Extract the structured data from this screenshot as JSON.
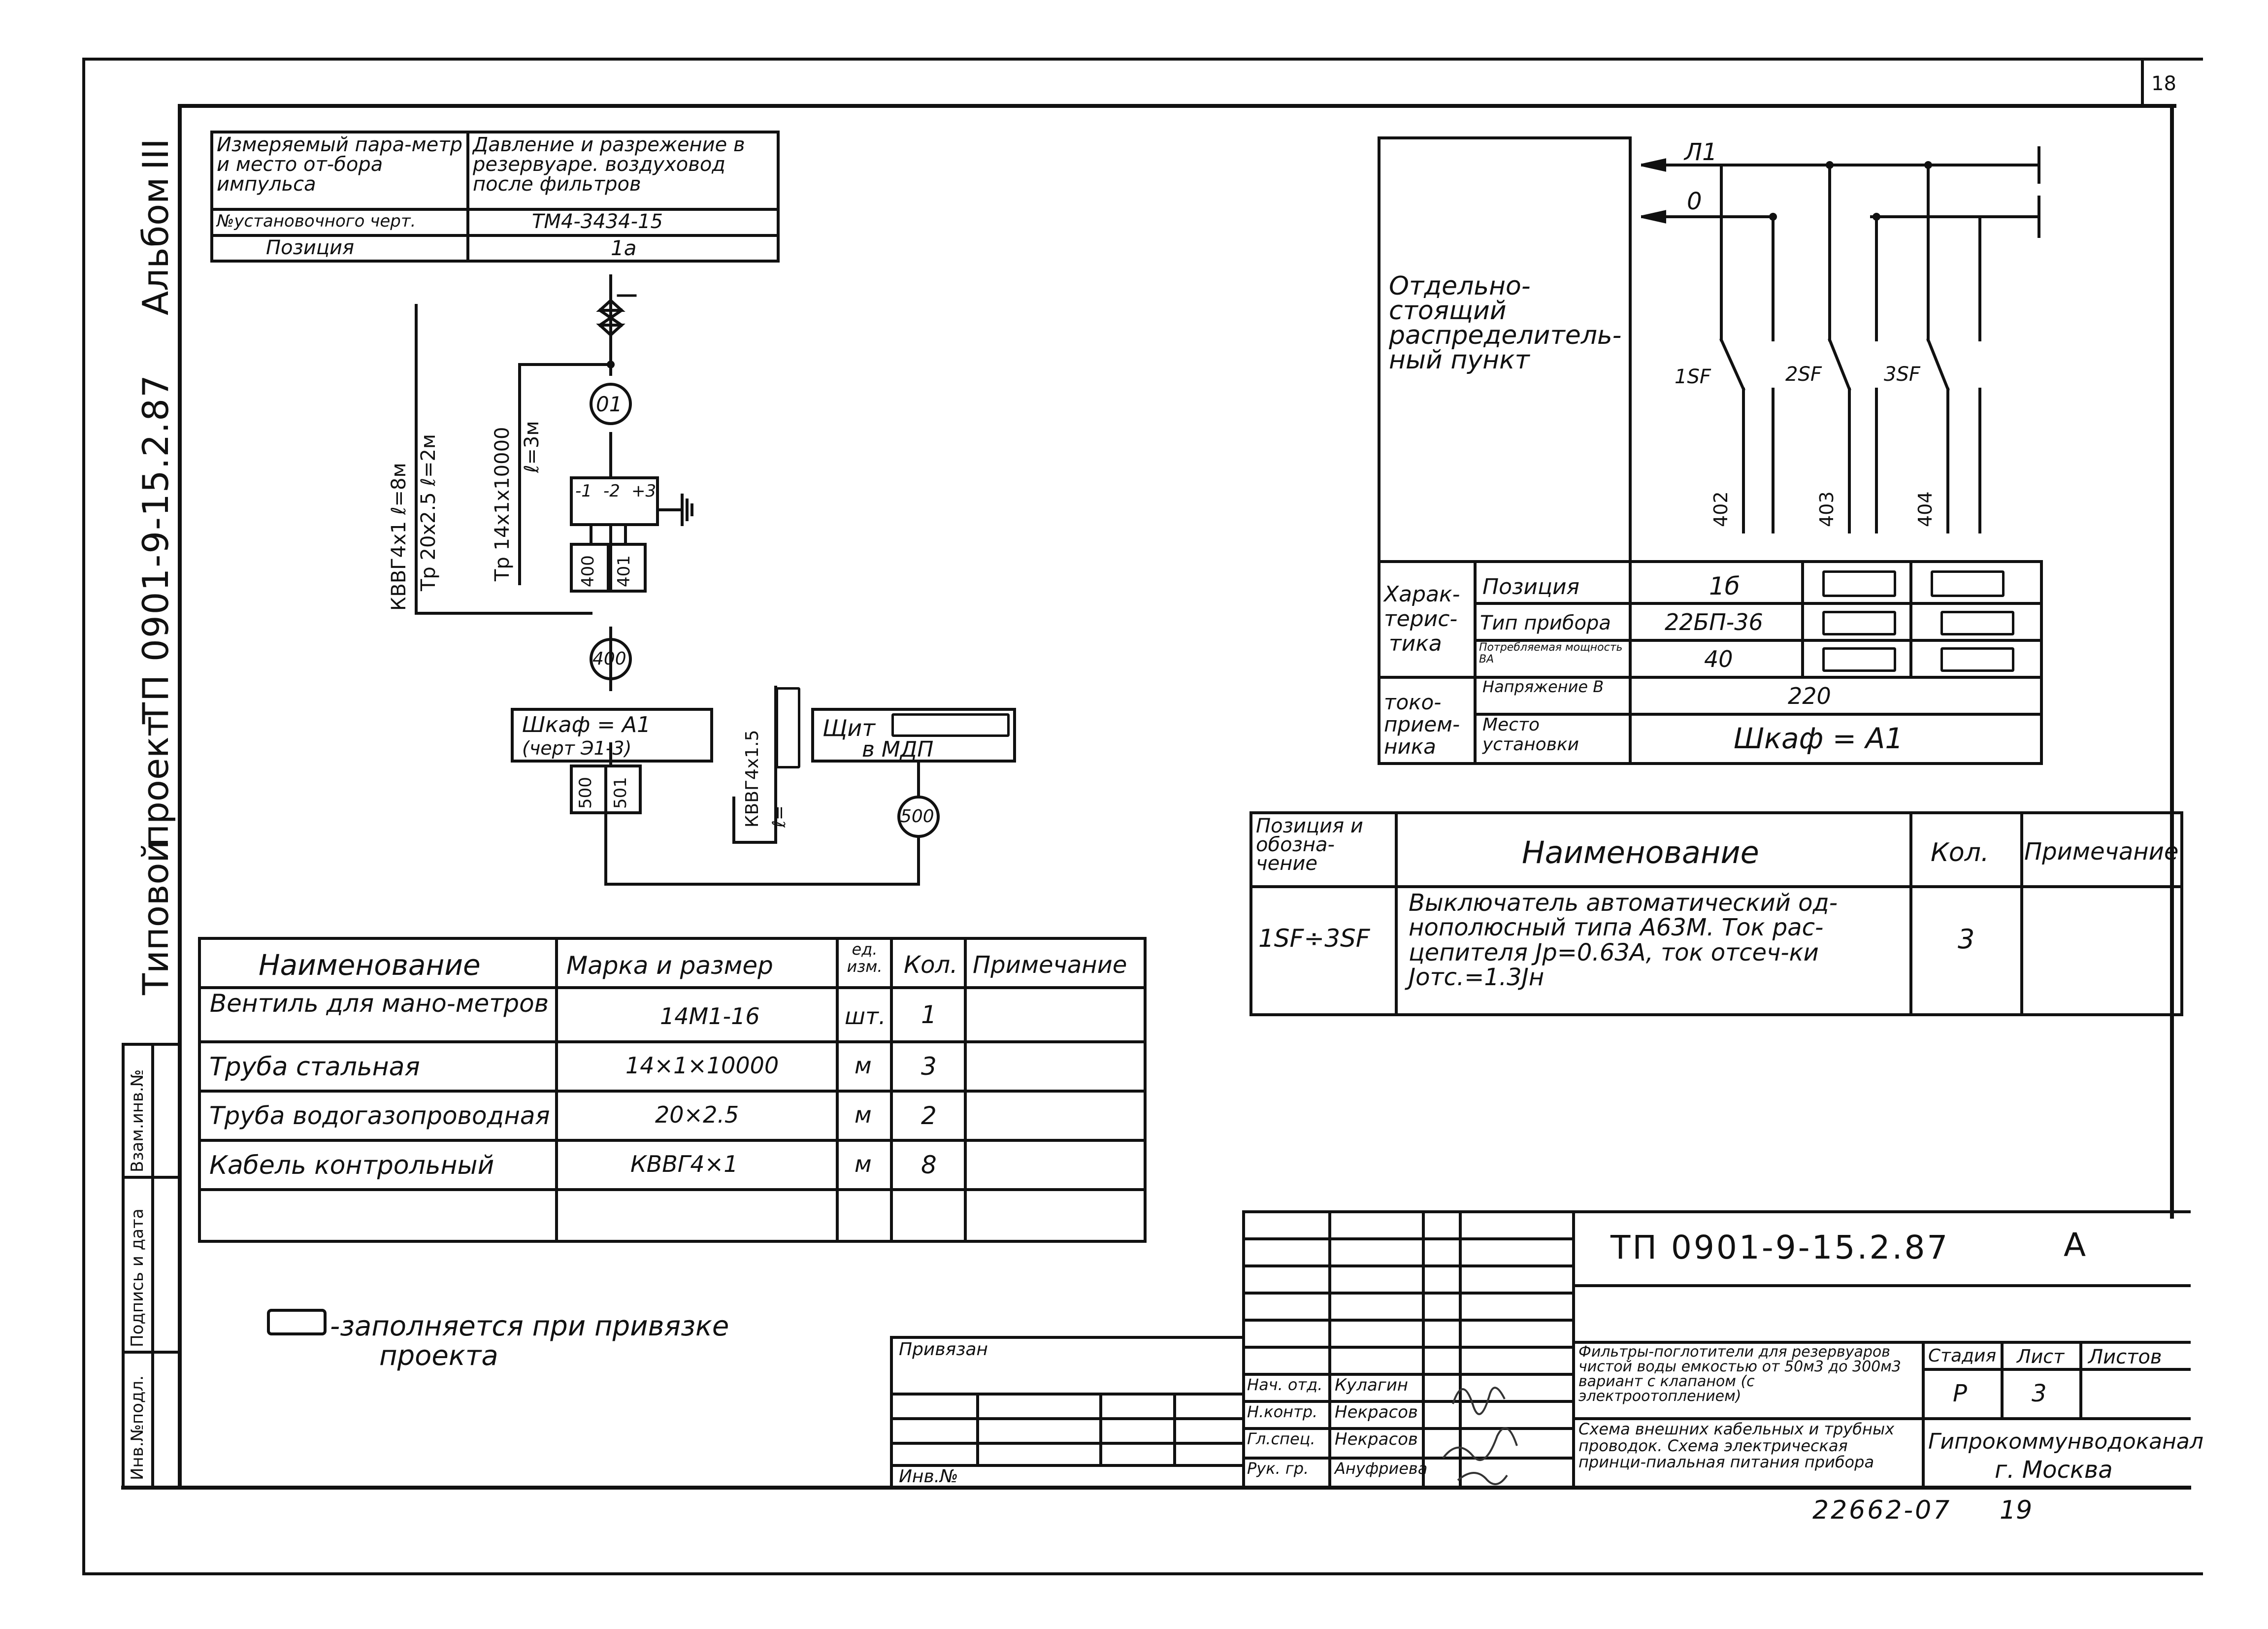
{
  "sheet": {
    "page_number": "18",
    "project_code_vertical": "ТП 0901-9-15.2.87",
    "album_prefix": "Альбом",
    "album_number": "III",
    "project_prefix": "Типовой",
    "project_word": "проект",
    "side_labels": [
      "Инв.№подл.",
      "Подпись и дата",
      "Взам.инв.№"
    ],
    "archive_number": "22662-07",
    "archive_sheet": "19"
  },
  "impulse_table": {
    "rows": [
      [
        "Измеряемый пара-метр и место от-бора импульса",
        "Давление и разрежение в резервуаре. воздуховод после фильтров"
      ],
      [
        "№установочного черт.",
        "ТМ4-3434-15"
      ],
      [
        "Позиция",
        "1а"
      ]
    ]
  },
  "scheme": {
    "pos_01": "01",
    "pos_400": "400",
    "pos_500": "500",
    "terminals": [
      "-1",
      "-2",
      "+3"
    ],
    "wire_400": "400",
    "wire_401": "401",
    "wire_500": "500",
    "wire_501": "501",
    "cable1_line1": "КВВГ4х1   ℓ=8м",
    "cable1_line2": "Тр 20х2.5   ℓ=2м",
    "pipe_line1": "Тр 14х1х10000",
    "pipe_line2": "ℓ=3м",
    "cable2_line1": "КВВГ4х1.5",
    "cable2_line2": "ℓ=",
    "cabinet_line1": "Шкаф = А1",
    "cabinet_line2": "(черт Э1-3)",
    "panel_line1": "Щит",
    "panel_line2": "в МДП"
  },
  "materials_table": {
    "headers": [
      "Наименование",
      "Марка и размер",
      "ед. изм.",
      "Кол.",
      "Примечание"
    ],
    "rows": [
      [
        "Вентиль для мано-метров",
        "14М1-16",
        "шт.",
        "1",
        ""
      ],
      [
        "Труба стальная",
        "14×1×10000",
        "м",
        "3",
        ""
      ],
      [
        "Труба водогазопроводная",
        "20×2.5",
        "м",
        "2",
        ""
      ],
      [
        "Кабель контрольный",
        "КВВГ4×1",
        "м",
        "8",
        ""
      ],
      [
        "",
        "",
        "",
        "",
        ""
      ]
    ]
  },
  "note": {
    "text_line1": "-заполняется при привязке",
    "text_line2": "проекта"
  },
  "distribution": {
    "title_lines": [
      "Отдельно-",
      "стоящий",
      "распределитель-",
      "ный пункт"
    ],
    "bus_l1": "Л1",
    "bus_0": "0",
    "breakers": [
      "1SF",
      "2SF",
      "3SF"
    ],
    "lines": [
      "402",
      "403",
      "404"
    ],
    "char_label_lines": [
      "Харак-",
      "терис-",
      "тика"
    ],
    "consumer_label_lines": [
      "токо-",
      "прием-",
      "ника"
    ],
    "rows": [
      {
        "name": "Позиция",
        "value": "1б"
      },
      {
        "name": "Тип прибора",
        "value": "22БП-36"
      },
      {
        "name": "Потребляемая мощность ВА",
        "value": "40"
      },
      {
        "name": "Напряжение В",
        "value": "220"
      },
      {
        "name": "Место установки",
        "value": "Шкаф = А1"
      }
    ]
  },
  "spec_table": {
    "headers": [
      "Позиция и обозна-чение",
      "Наименование",
      "Кол.",
      "Примечание"
    ],
    "rows": [
      {
        "pos": "1SF÷3SF",
        "name": "Выключатель автоматический од-нополюсный типа А63М. Ток рас-цепителя Jр=0.63А, ток отсеч-ки Jотс.=1.3Jн",
        "qty": "3",
        "note": ""
      }
    ]
  },
  "title_block": {
    "code": "ТП 0901-9-15.2.87",
    "letter": "А",
    "bound_label": "Привязан",
    "inv_label": "Инв.№",
    "roles": [
      "Нач. отд.",
      "Н.контр.",
      "Гл.спец.",
      "Рук. гр."
    ],
    "names": [
      "Кулагин",
      "Некрасов",
      "Некрасов",
      "Ануфриева"
    ],
    "object_title": "Фильтры-поглотители для резервуаров чистой воды емкостью от 50м3 до 300м3 вариант с клапаном (с электроотоплением)",
    "sheet_title": "Схема внешних кабельных и трубных проводок. Схема электрическая принци-пиальная питания прибора",
    "stage_label": "Стадия",
    "sheet_label": "Лист",
    "sheets_label": "Листов",
    "stage": "Р",
    "sheet": "3",
    "sheets": "",
    "org_line1": "Гипрокоммунводоканал",
    "org_line2": "г. Москва"
  }
}
